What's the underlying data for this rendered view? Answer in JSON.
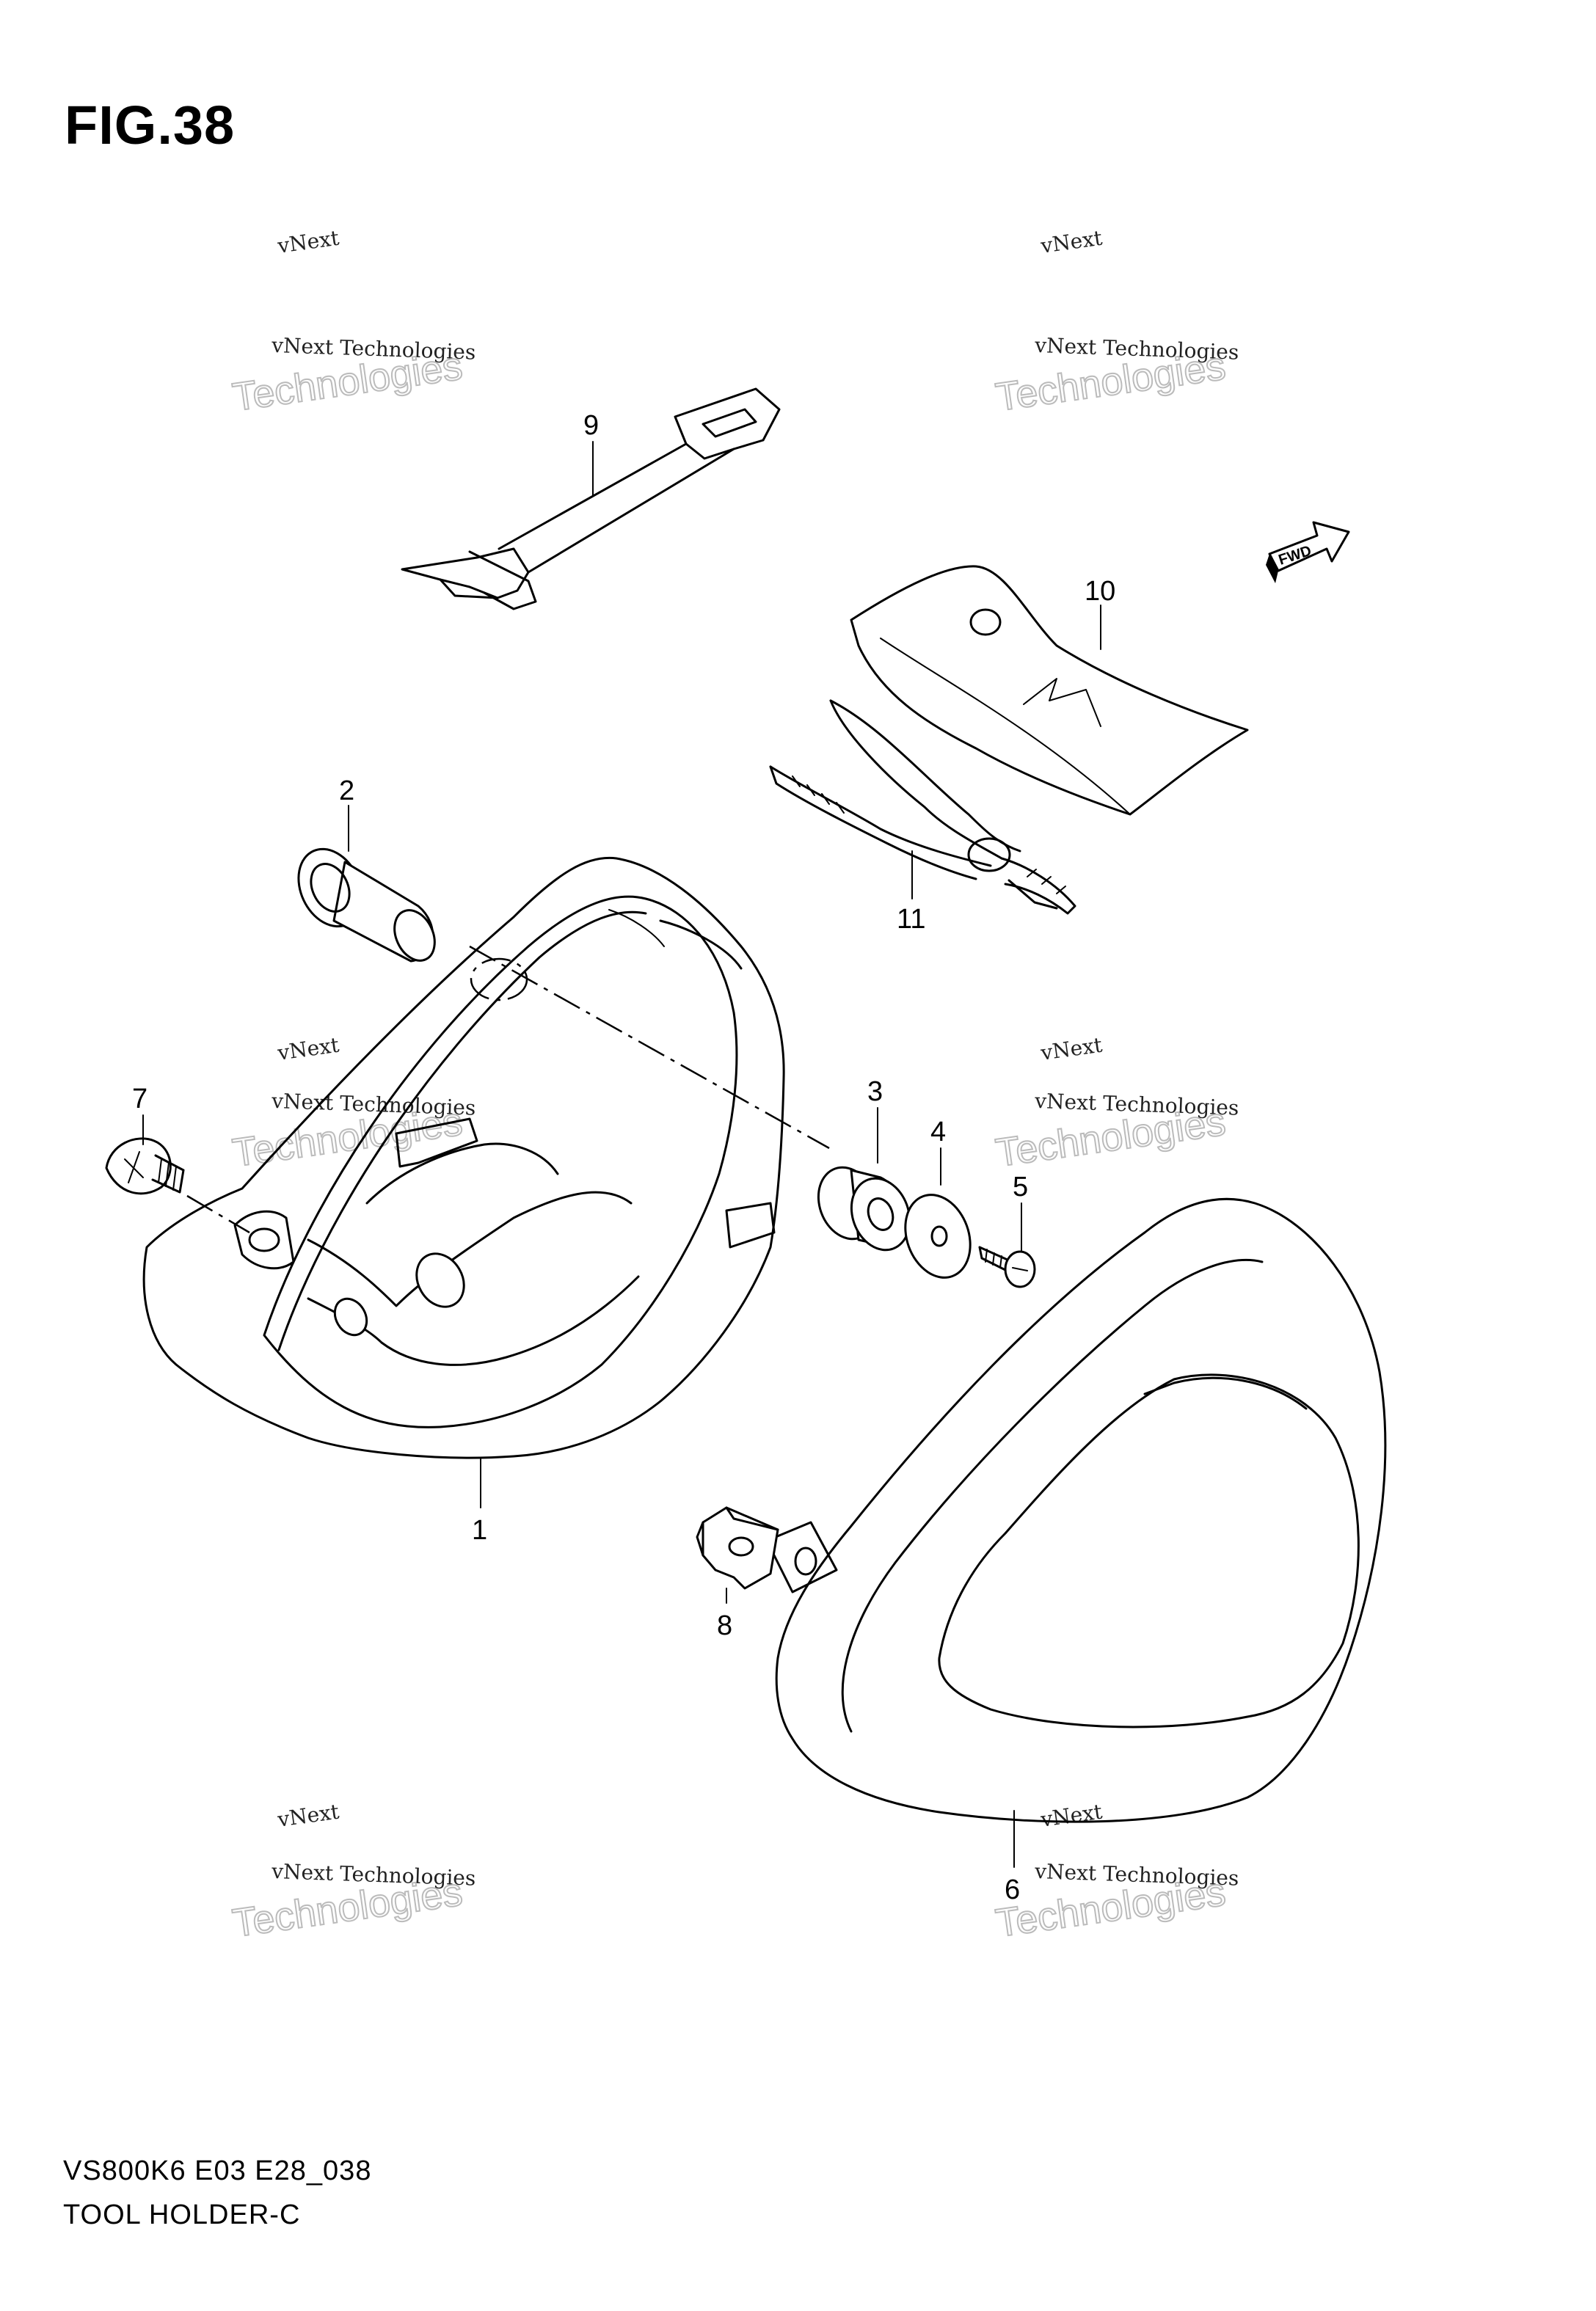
{
  "figure": {
    "title": "FIG.38"
  },
  "footer": {
    "code": "VS800K6 E03 E28_038",
    "name": "TOOL HOLDER-C"
  },
  "fwd_label": "FWD",
  "watermark": {
    "line1": "vNext",
    "line2": "vNext Technologies",
    "line3": "Technologies"
  },
  "callouts": {
    "p1": "1",
    "p2": "2",
    "p3": "3",
    "p4": "4",
    "p5": "5",
    "p6": "6",
    "p7": "7",
    "p8": "8",
    "p9": "9",
    "p10": "10",
    "p11": "11"
  }
}
